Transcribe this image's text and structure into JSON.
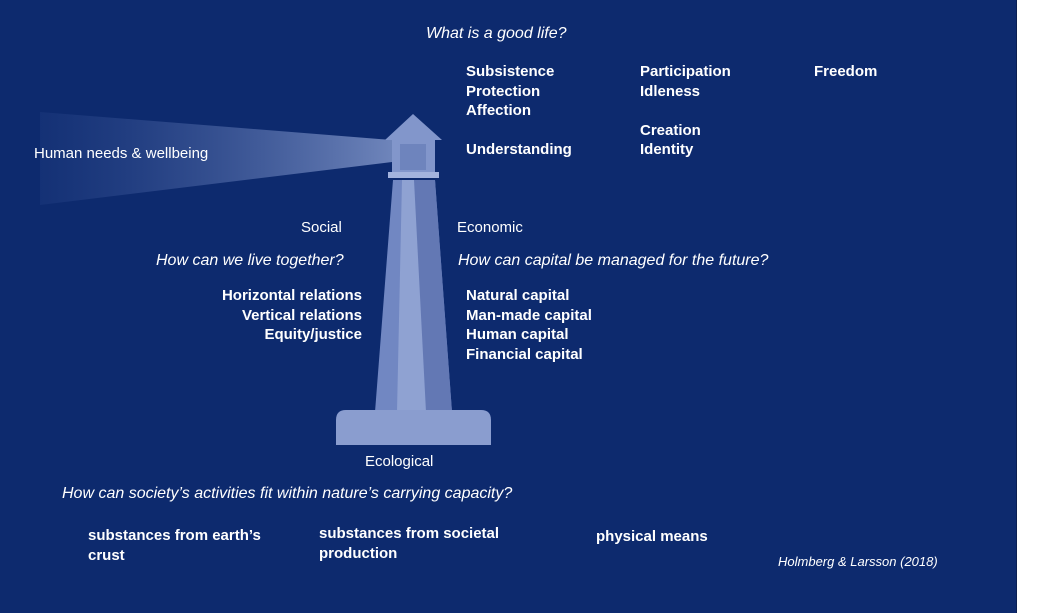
{
  "diagram": {
    "good_life_question": "What is a good life?",
    "human_needs_label": "Human needs & wellbeing",
    "needs_col1": [
      "Subsistence",
      "Protection",
      "Affection",
      "",
      "Understanding"
    ],
    "needs_col2": [
      "Participation",
      "Idleness",
      "",
      "Creation",
      "Identity"
    ],
    "needs_col3": [
      "Freedom"
    ],
    "social_label": "Social",
    "economic_label": "Economic",
    "social_question": "How can we live together?",
    "economic_question": "How can capital be managed for the future?",
    "social_items": [
      "Horizontal relations",
      "Vertical relations",
      "Equity/justice"
    ],
    "economic_items": [
      "Natural capital",
      "Man-made capital",
      "Human capital",
      "Financial capital"
    ],
    "ecological_label": "Ecological",
    "ecological_question": "How can society’s activities fit within nature’s carrying capacity?",
    "ecological_items": {
      "crust": "substances from earth’s crust",
      "societal": "substances from societal production",
      "physical": "physical means"
    },
    "citation": "Holmberg & Larsson (2018)"
  },
  "colors": {
    "background": "#0d2a6e",
    "lighthouse": "#7f95c9",
    "text": "#ffffff"
  }
}
